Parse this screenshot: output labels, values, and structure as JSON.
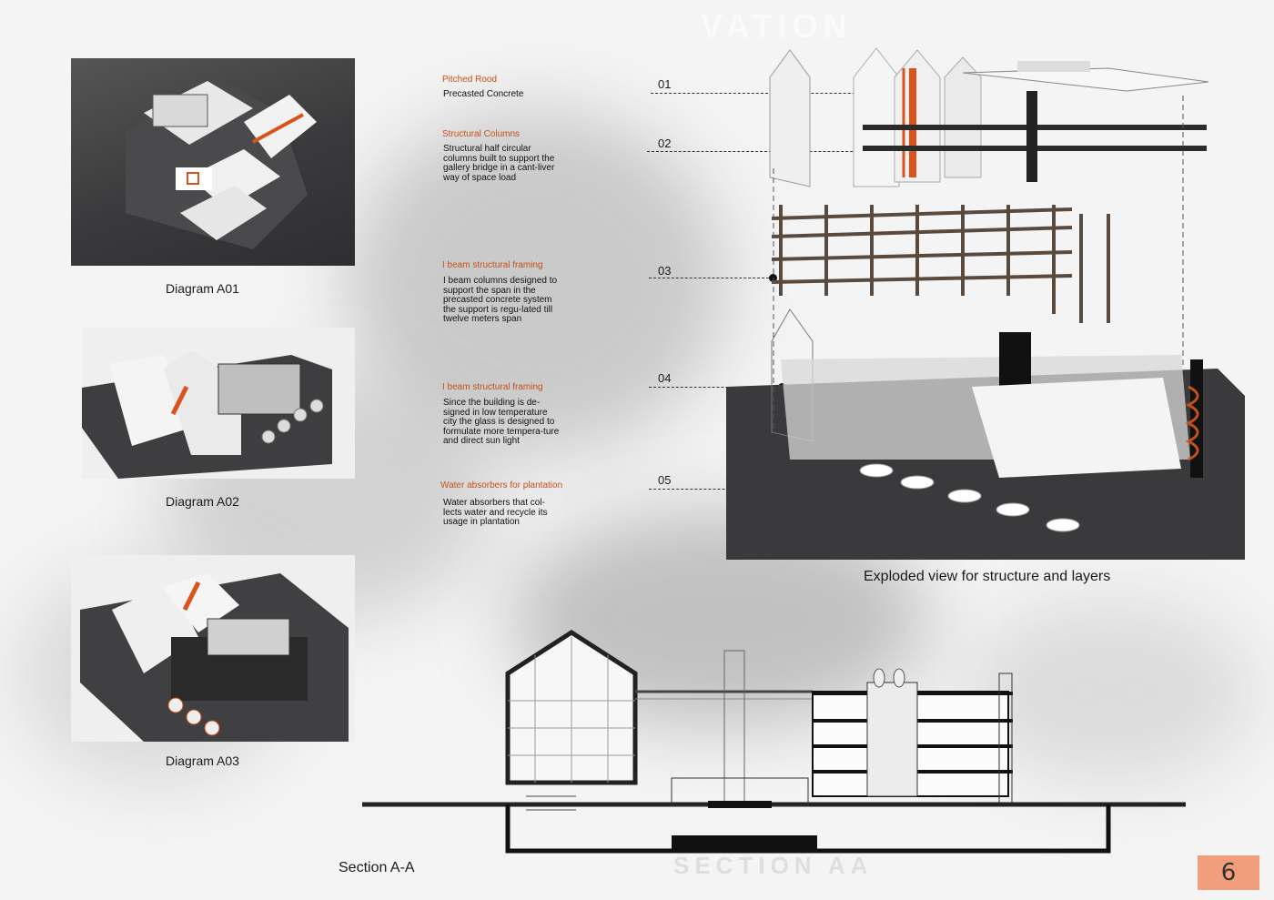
{
  "ghost_heading": "VATION",
  "ghost_section": "SECTION AA",
  "diagrams": [
    {
      "caption": "Diagram A01"
    },
    {
      "caption": "Diagram A02"
    },
    {
      "caption": "Diagram A03"
    }
  ],
  "annotations": [
    {
      "title": "Pitched Rood",
      "body": "Precasted Concrete"
    },
    {
      "title": "Structural Columns",
      "body": "Structural half circular columns built to support the gallery bridge in a cant-liver way of space load"
    },
    {
      "title": "I beam structural framing",
      "body": "I beam  columns designed to support the span in the precasted concrete system the support is regu-lated till twelve meters span"
    },
    {
      "title": "I beam structural framing",
      "body": "Since the building is de-signed in low temperature city the glass is designed to formulate more tempera-ture and direct sun light"
    },
    {
      "title": "Water absorbers for plantation",
      "body": "Water absorbers that col-lects water and recycle its usage in plantation"
    }
  ],
  "callouts": [
    "01",
    "02",
    "03",
    "04",
    "05"
  ],
  "exploded_caption": "Exploded view for structure and layers",
  "section_caption": "Section A-A",
  "page_number": "6",
  "colors": {
    "accent": "#c4501a",
    "badge": "#f19e7c",
    "render_ground": "#3c3c3e"
  }
}
